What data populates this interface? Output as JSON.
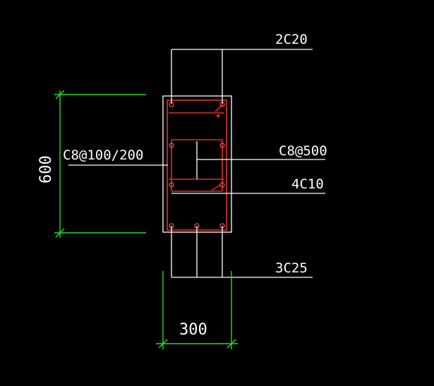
{
  "labels": {
    "top_bars": "2C20",
    "stirrup_main": "C8@100/200",
    "tie_bar": "C8@500",
    "side_bars": "4C10",
    "bottom_bars": "3C25"
  },
  "dimensions": {
    "height": "600",
    "width": "300"
  },
  "colors": {
    "background": "#000000",
    "lines": "#ffffff",
    "dimension": "#22dd22",
    "rebar": "#e0302a"
  }
}
